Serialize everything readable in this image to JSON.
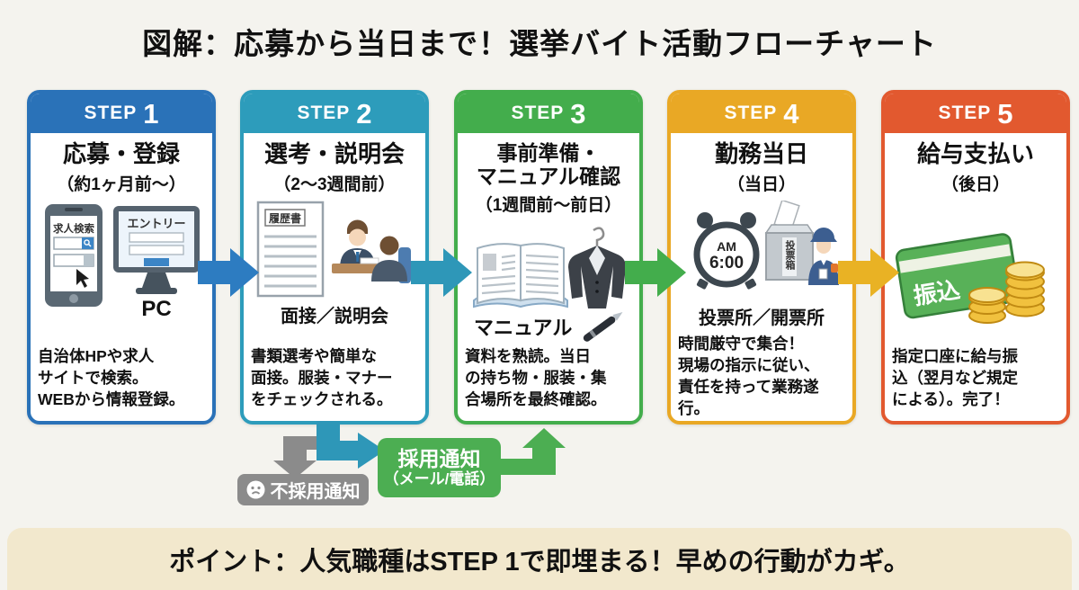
{
  "title": "図解：応募から当日まで！選挙バイト活動フローチャート",
  "footer": "ポイント：人気職種はSTEP 1で即埋まる！早めの行動がカギ。",
  "colors": {
    "background": "#f4f3ee",
    "footer_bg": "#f2e8cd",
    "step1": "#2a72b8",
    "step2": "#2d9cbb",
    "step3": "#43ad4c",
    "step4": "#e9a825",
    "step5": "#e2592f",
    "arrow1": "#2d7cc1",
    "arrow2": "#2e97b8",
    "arrow3": "#43ad4c",
    "arrow4": "#e9b224",
    "reject_gray": "#8b8b8b",
    "accept_green": "#4cae52"
  },
  "steps": [
    {
      "step_label": "STEP",
      "step_number": "1",
      "heading": "応募・登録",
      "period": "（約1ヶ月前〜）",
      "body": "自治体HPや求人\nサイトで検索。\nWEBから情報登録。",
      "illustration": {
        "phone_search_label": "求人検索",
        "pc_screen_label": "エントリー",
        "pc_label": "PC"
      }
    },
    {
      "step_label": "STEP",
      "step_number": "2",
      "heading": "選考・説明会",
      "period": "（2〜3週間前）",
      "caption": "面接／説明会",
      "body": "書類選考や簡単な\n面接。服装・マナー\nをチェックされる。",
      "illustration": {
        "resume_label": "履歴書"
      }
    },
    {
      "step_label": "STEP",
      "step_number": "3",
      "heading": "事前準備・\nマニュアル確認",
      "period": "（1週間前〜前日）",
      "caption": "マニュアル",
      "body": "資料を熟読。当日\nの持ち物・服装・集\n合場所を最終確認。",
      "illustration": {}
    },
    {
      "step_label": "STEP",
      "step_number": "4",
      "heading": "勤務当日",
      "period": "（当日）",
      "caption": "投票所／開票所",
      "body": "時間厳守で集合！\n現場の指示に従い、\n責任を持って業務遂行。",
      "illustration": {
        "clock_am": "AM",
        "clock_time": "6:00",
        "ballot_box_label": "投票箱"
      }
    },
    {
      "step_label": "STEP",
      "step_number": "5",
      "heading": "給与支払い",
      "period": "（後日）",
      "body": "指定口座に給与振\n込（翌月など規定\nによる）。完了！",
      "illustration": {
        "card_label": "振込"
      }
    }
  ],
  "subflow": {
    "reject_label": "不採用通知",
    "accept_line1": "採用通知",
    "accept_line2": "（メール/電話）"
  }
}
